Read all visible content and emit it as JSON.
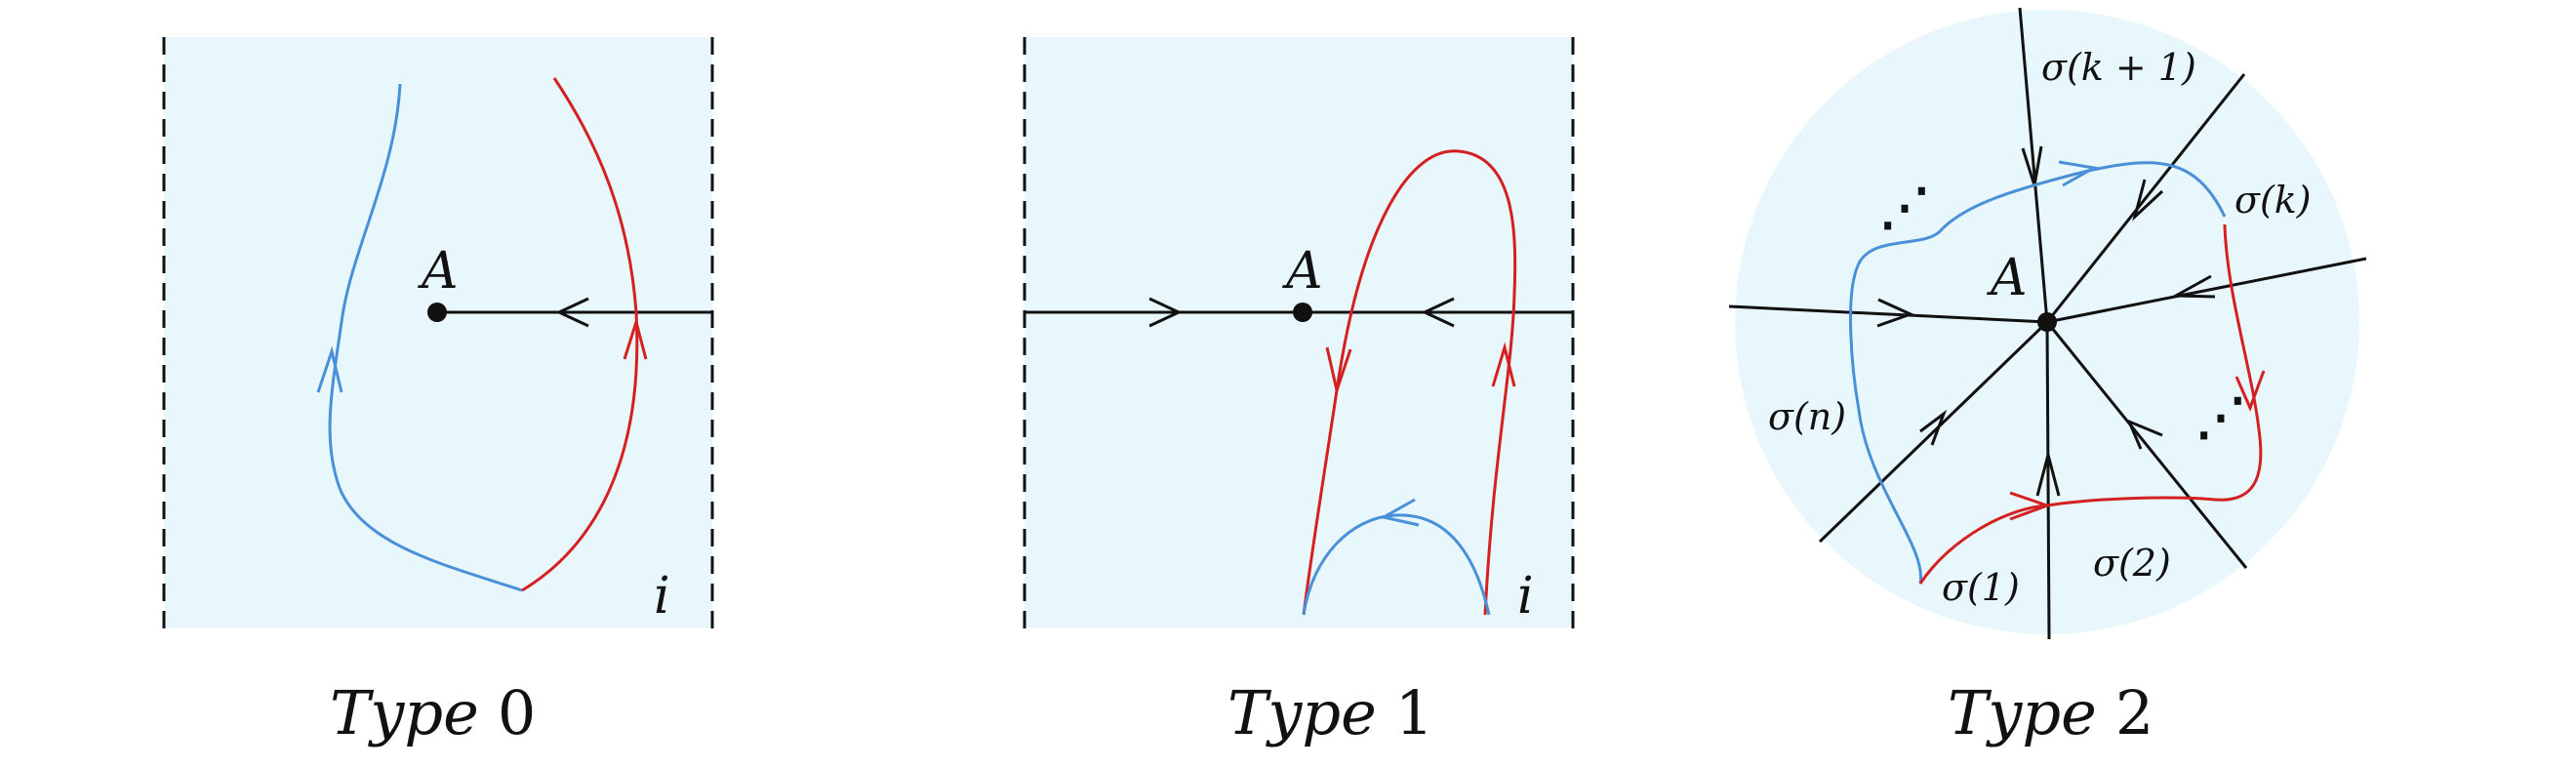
{
  "colors": {
    "region_fill": "#e8f7fc",
    "black": "#111111",
    "blue": "#4a90d9",
    "red": "#d42020"
  },
  "panels": [
    {
      "caption_word": "Type",
      "caption_number": "0",
      "point_label": "A",
      "corner_label": "i"
    },
    {
      "caption_word": "Type",
      "caption_number": "1",
      "point_label": "A",
      "corner_label": "i"
    },
    {
      "caption_word": "Type",
      "caption_number": "2",
      "point_label": "A",
      "sigma_labels": {
        "k_plus_1": "σ(k + 1)",
        "k": "σ(k)",
        "n": "σ(n)",
        "one": "σ(1)",
        "two": "σ(2)"
      },
      "ellipsis": "⋰"
    }
  ]
}
